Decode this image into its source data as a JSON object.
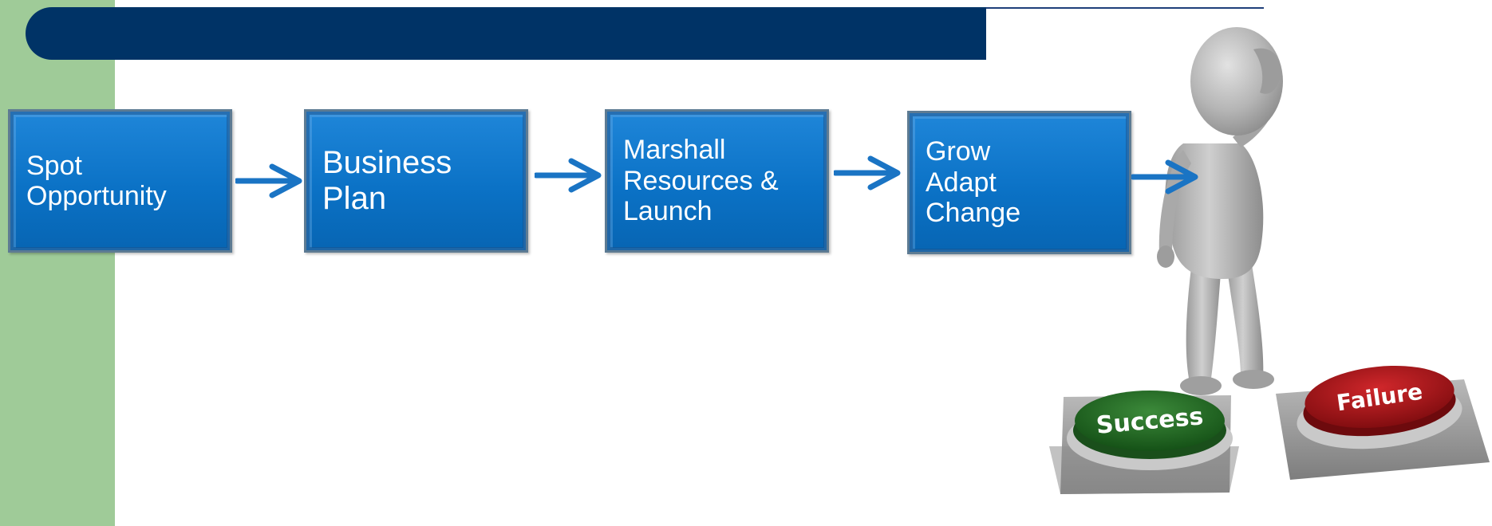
{
  "slide": {
    "colors": {
      "sidebar": "#9fcb98",
      "title_banner": "#003366",
      "box_fill": "#0b72c6",
      "arrow": "#1a74c4",
      "success_button": "#1f6b22",
      "failure_button": "#a8141a"
    }
  },
  "flow": {
    "steps": [
      {
        "label": "Spot\nOpportunity"
      },
      {
        "label": "Business\nPlan"
      },
      {
        "label": "Marshall\nResources &\nLaunch"
      },
      {
        "label": "Grow\nAdapt\nChange"
      }
    ]
  },
  "illustration": {
    "success_label": "Success",
    "failure_label": "Failure"
  }
}
